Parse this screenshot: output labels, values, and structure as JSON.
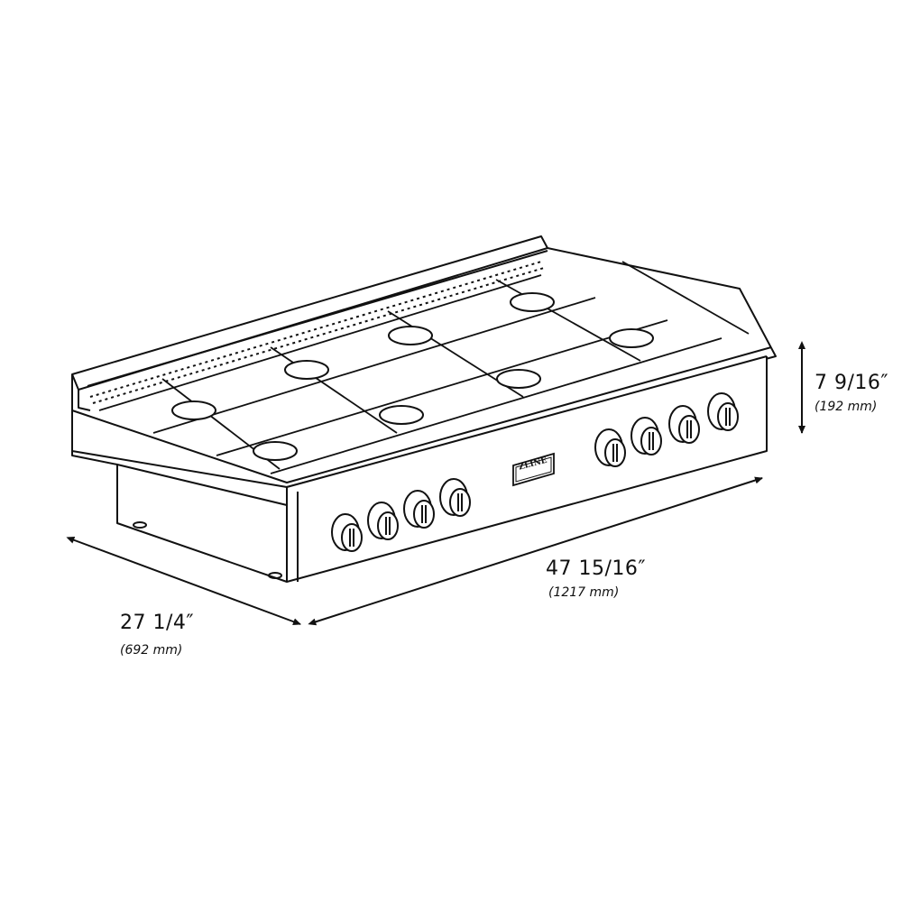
{
  "figure": {
    "subject": "48-inch rangetop with 8 burners",
    "brand_badge": "ZLINE",
    "burner_count": 8,
    "knob_count": 8,
    "line_color": "#111111",
    "background_color": "#ffffff"
  },
  "dimensions": {
    "height": {
      "imperial": "7 9/16″",
      "metric": "(192 mm)"
    },
    "width": {
      "imperial": "47 15/16″",
      "metric": "(1217 mm)"
    },
    "depth": {
      "imperial": "27 1/4″",
      "metric": "(692 mm)"
    }
  }
}
